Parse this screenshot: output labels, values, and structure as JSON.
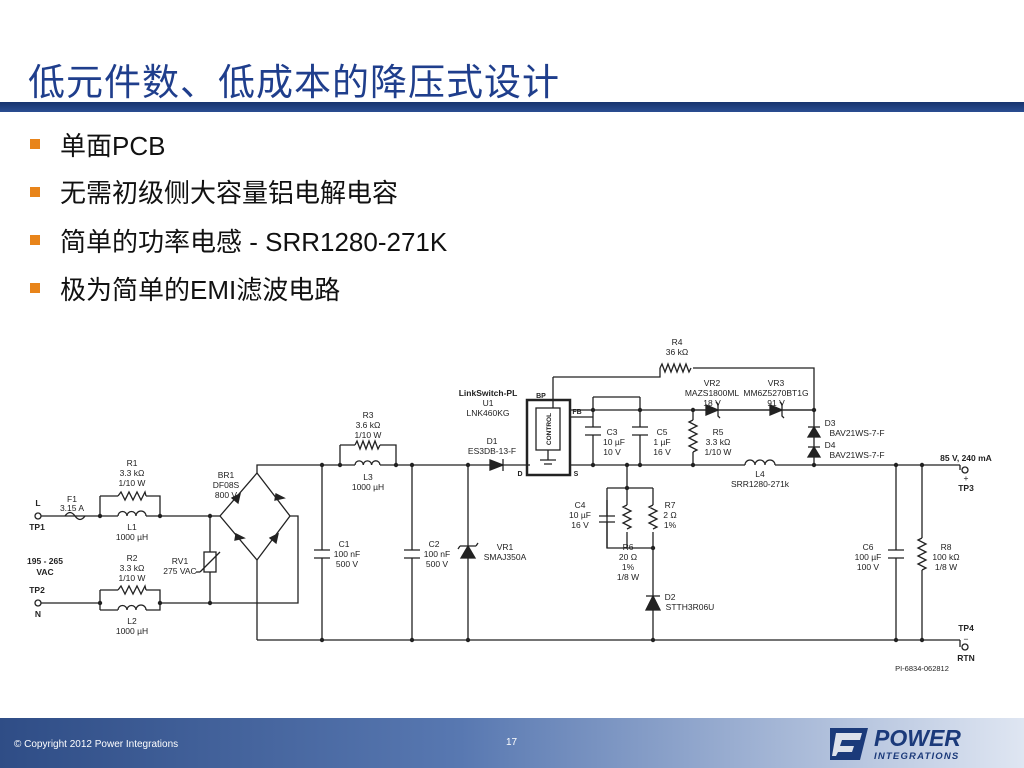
{
  "slide": {
    "title": "低元件数、低成本的降压式设计",
    "page_number": "17",
    "copyright": "© Copyright 2012 Power Integrations",
    "colors": {
      "title": "#1f3e8c",
      "bullet": "#e8841a",
      "bar": "#1f3e8c"
    }
  },
  "bullets": [
    {
      "zh": "单面",
      "en": "PCB",
      "zh2": ""
    },
    {
      "zh": "无需初级侧大容量铝电解电容",
      "en": "",
      "zh2": ""
    },
    {
      "zh": "简单的功率电感",
      "en": " - SRR1280-271K",
      "zh2": ""
    },
    {
      "zh": "极为简单的",
      "en": "EMI",
      "zh2": "滤波电路"
    }
  ],
  "logo": {
    "line1": "POWER",
    "line2": "INTEGRATIONS"
  },
  "schematic": {
    "labels": {
      "L": "L",
      "TP1": "TP1",
      "TP2": "TP2",
      "N": "N",
      "VAC1": "195 - 265",
      "VAC2": "VAC",
      "F1": "F1",
      "F1v": "3.15 A",
      "R1": "R1",
      "R1v1": "3.3 kΩ",
      "R1v2": "1/10 W",
      "L1": "L1",
      "L1v": "1000 µH",
      "R2": "R2",
      "R2v1": "3.3 kΩ",
      "R2v2": "1/10 W",
      "L2": "L2",
      "L2v": "1000 µH",
      "RV1": "RV1",
      "RV1v": "275 VAC",
      "BR1": "BR1",
      "BR1v1": "DF08S",
      "BR1v2": "800 V",
      "R3": "R3",
      "R3v1": "3.6 kΩ",
      "R3v2": "1/10 W",
      "L3": "L3",
      "L3v": "1000 µH",
      "C1": "C1",
      "C1v1": "100 nF",
      "C1v2": "500 V",
      "C2": "C2",
      "C2v1": "100 nF",
      "C2v2": "500 V",
      "D1": "D1",
      "D1v": "ES3DB-13-F",
      "VR1": "VR1",
      "VR1v": "SMAJ350A",
      "U1a": "LinkSwitch-PL",
      "U1b": "U1",
      "U1c": "LNK460KG",
      "BP": "BP",
      "FB": "FB",
      "D": "D",
      "S": "S",
      "CONTROL": "CONTROL",
      "R4": "R4",
      "R4v": "36 kΩ",
      "C3": "C3",
      "C3v1": "10 µF",
      "C3v2": "10 V",
      "C5": "C5",
      "C5v1": "1 µF",
      "C5v2": "16 V",
      "VR2": "VR2",
      "VR2v1": "MAZS1800ML",
      "VR2v2": "18 V",
      "VR3": "VR3",
      "VR3v1": "MM6Z5270BT1G",
      "VR3v2": "91 V",
      "R5": "R5",
      "R5v1": "3.3 kΩ",
      "R5v2": "1/10 W",
      "D3": "D3",
      "D3v": "BAV21WS-7-F",
      "D4": "D4",
      "D4v": "BAV21WS-7-F",
      "L4": "L4",
      "L4v": "SRR1280-271k",
      "C4": "C4",
      "C4v1": "10 µF",
      "C4v2": "16 V",
      "R7": "R7",
      "R7v1": "2 Ω",
      "R7v2": "1%",
      "R6": "R6",
      "R6v1": "20 Ω",
      "R6v2": "1%",
      "R6v3": "1/8 W",
      "D2": "D2",
      "D2v": "STTH3R06U",
      "C6": "C6",
      "C6v1": "100 µF",
      "C6v2": "100 V",
      "R8": "R8",
      "R8v1": "100 kΩ",
      "R8v2": "1/8 W",
      "OUT": "85 V, 240 mA",
      "PLUS": "+",
      "TP3": "TP3",
      "MINUS": "−",
      "TP4": "TP4",
      "RTN": "RTN",
      "PI": "PI-6834-062812"
    }
  }
}
